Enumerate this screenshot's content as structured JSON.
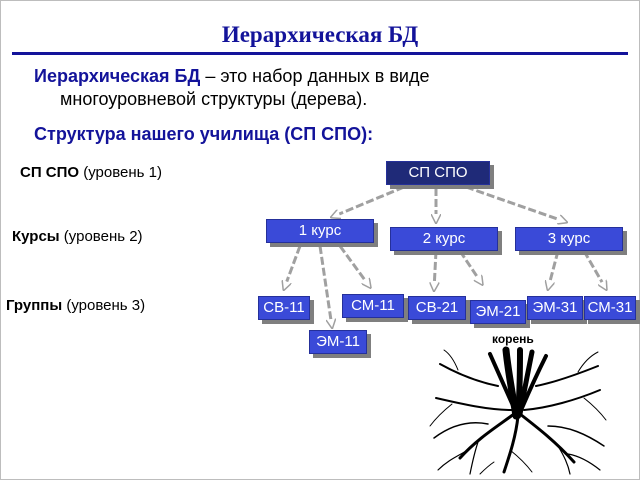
{
  "slide": {
    "title": "Иерархическая БД",
    "definition_term": "Иерархическая БД",
    "definition_rest_line1": " – это набор данных в виде",
    "definition_rest_line2": "многоуровневой структуры (дерева).",
    "structure_heading": "Структура нашего училища (СП СПО):"
  },
  "levels": [
    {
      "name": "СП СПО",
      "note": "(уровень 1)"
    },
    {
      "name": "Курсы",
      "note": "(уровень 2)"
    },
    {
      "name": "Группы",
      "note": "(уровень 3)"
    }
  ],
  "nodes": {
    "root": "СП СПО",
    "course1": "1 курс",
    "course2": "2 курс",
    "course3": "3 курс",
    "g_sv11": "СВ-11",
    "g_sm11": "СМ-11",
    "g_em11": "ЭМ-11",
    "g_sv21": "СВ-21",
    "g_em21": "ЭМ-21",
    "g_em31": "ЭМ-31",
    "g_sm31": "СМ-31"
  },
  "root_image_label": "корень",
  "colors": {
    "title": "#13139a",
    "node_fill": "#3a4ad8",
    "node_dark": "#1f2a78",
    "connector": "#a0a0a0"
  }
}
